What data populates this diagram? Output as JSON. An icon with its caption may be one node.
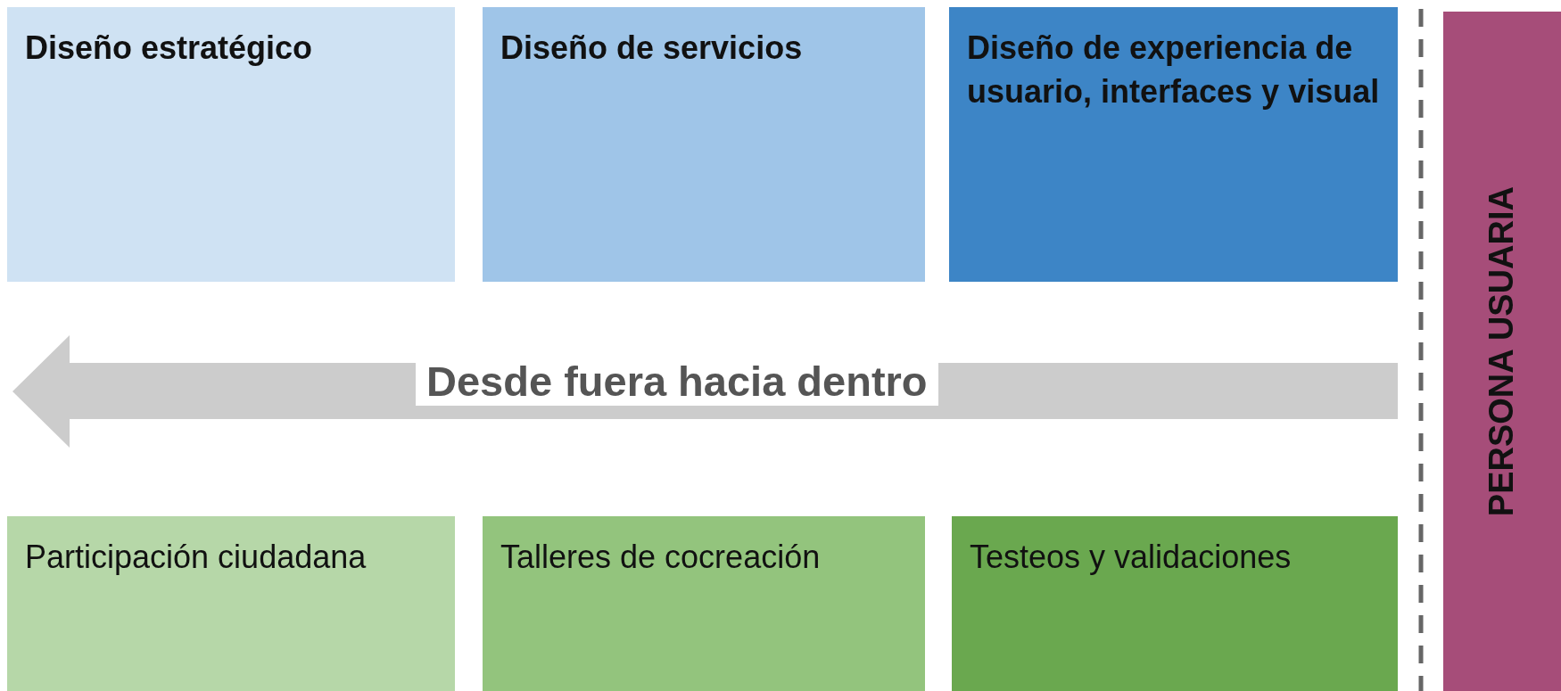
{
  "diagram": {
    "nodes": [
      {
        "text": [
          "Diseño estratégico"
        ]
      },
      {
        "text": [
          "Diseño de servicios"
        ]
      },
      {
        "text": [
          "Diseño de experiencia de usuario, interfaces y visual"
        ]
      },
      {
        "text": [
          "Participación ciudadana"
        ]
      },
      {
        "text": [
          "Talleres de cocreación"
        ]
      },
      {
        "text": [
          "Testeos y validaciones"
        ]
      },
      {
        "text": [
          "PERSONA USUARIA"
        ]
      }
    ],
    "edges": [],
    "labels": [
      "Desde fuera hacia dentro"
    ]
  }
}
